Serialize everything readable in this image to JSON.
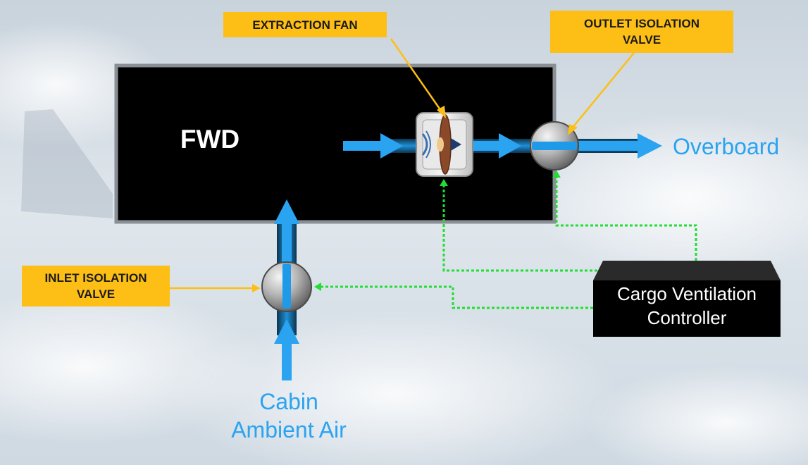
{
  "diagram": {
    "compartment_label": "FWD",
    "callouts": {
      "extraction_fan": "EXTRACTION FAN",
      "outlet_valve_line1": "OUTLET ISOLATION",
      "outlet_valve_line2": "VALVE",
      "inlet_valve_line1": "INLET ISOLATION",
      "inlet_valve_line2": "VALVE"
    },
    "flow_labels": {
      "overboard": "Overboard",
      "cabin_line1": "Cabin",
      "cabin_line2": "Ambient Air"
    },
    "controller": {
      "line1": "Cargo Ventilation",
      "line2": "Controller"
    },
    "colors": {
      "callout": "#FDBE16",
      "air_flow": "#2aa3f0",
      "control_signal": "#22dd33",
      "compartment": "#000000",
      "compartment_border": "#8a8f96"
    }
  }
}
